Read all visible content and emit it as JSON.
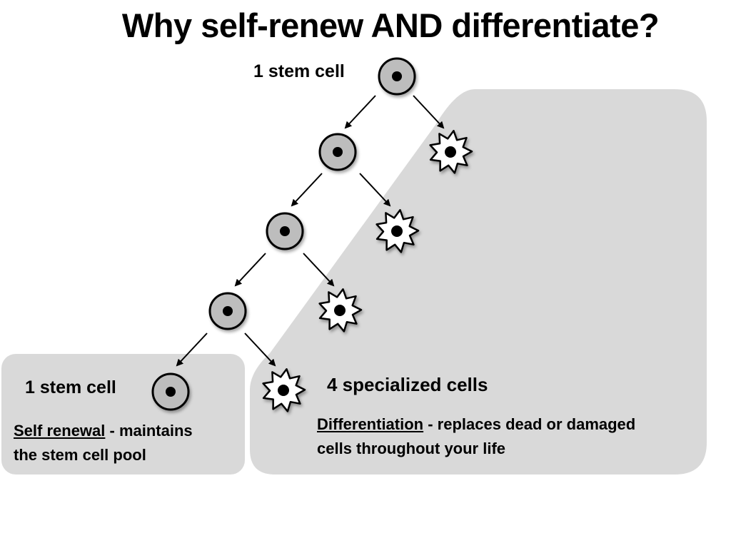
{
  "title": "Why self-renew AND differentiate?",
  "top_label": "1 stem cell",
  "self_renewal_panel": {
    "label": "1 stem cell",
    "term": "Self renewal",
    "desc_rest_1": " - maintains",
    "desc_line2": "the stem cell pool"
  },
  "differentiation_panel": {
    "label": "4 specialized cells",
    "term": "Differentiation",
    "desc_rest_1": " - replaces dead or damaged",
    "desc_line2": "cells throughout your life"
  },
  "colors": {
    "panel_fill": "#d9d9d9",
    "stem_cell_fill": "#bdbdbd",
    "specialized_cell_fill": "#ffffff",
    "outline": "#000000"
  }
}
